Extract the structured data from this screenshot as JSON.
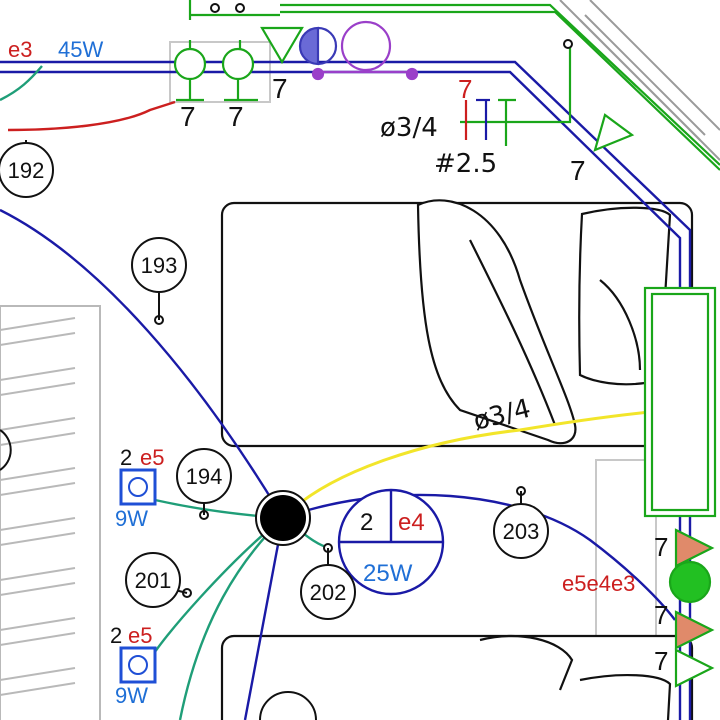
{
  "diagram": {
    "title": "",
    "colors": {
      "background": "#ffffff",
      "circuit_blue": "#1a1aa6",
      "data_teal": "#1f9e78",
      "switch_green": "#1aa61a",
      "fixture_red": "#cc1f1f",
      "wattage_blue": "#1f6fd6",
      "feed_yellow": "#f2e52a",
      "furniture_gray": "#b9b9b9",
      "accent_purple": "#9a3fc9",
      "accent_salmon": "#e08a6a"
    },
    "tags": {
      "t192": "192",
      "t193": "193",
      "t194": "194",
      "t201": "201",
      "t202": "202",
      "t203": "203"
    },
    "labels": {
      "e3": "e3",
      "w45": "45W",
      "seven_a": "7",
      "seven_b": "7",
      "seven_c": "7",
      "seven_red": "7",
      "seven_right": "7",
      "conduit_top": "ø3/4",
      "wire_gauge": "#2.5",
      "conduit_mid": "ø3/4",
      "two_a": "2",
      "e5_a": "e5",
      "w9_a": "9W",
      "two_b": "2",
      "e5_b": "e5",
      "w9_b": "9W",
      "fixture_two": "2",
      "fixture_e4": "e4",
      "fixture_w25": "25W",
      "group_e5e4e3": "e5e4e3",
      "seven_r1": "7",
      "seven_r2": "7",
      "seven_r3": "7"
    }
  }
}
